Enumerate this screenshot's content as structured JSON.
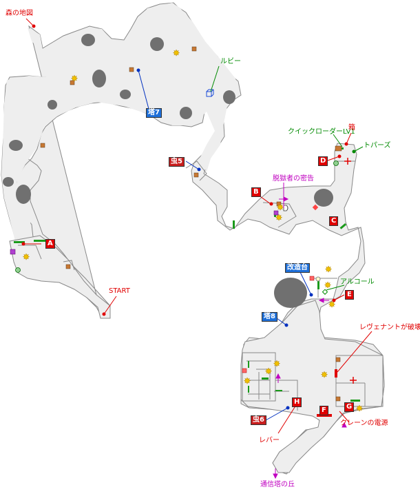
{
  "colors": {
    "floor": "#eeeeee",
    "outline": "#888888",
    "rock": "#707070",
    "red": "#e00000",
    "green": "#008a00",
    "blue": "#0030c0",
    "magenta": "#c000c0",
    "box_red": "#e00000",
    "box_blue": "#1e6fd8",
    "chest": "#c87833",
    "star": "#f0c000"
  },
  "labels": {
    "forest_map": "森の地図",
    "ruby": "ルビー",
    "tower7": "塔7",
    "bug5": "虫5",
    "quick_loader": "クイックローダーLV1",
    "box": "箱",
    "topaz": "トパーズ",
    "prison_break": "脱獄者の密告",
    "marker_a": "A",
    "marker_b": "B",
    "marker_c": "C",
    "marker_d": "D",
    "marker_e": "E",
    "marker_f": "F",
    "marker_g": "G",
    "marker_h": "H",
    "kaizoudai": "改造台",
    "alcohol": "アルコール",
    "start": "START",
    "tower8": "塔8",
    "revenant": "レヴェナントが破壊",
    "bug6": "虫6",
    "lever": "レバー",
    "crane_power": "クレーンの電源",
    "comm_tower_hill": "通信塔の丘"
  }
}
